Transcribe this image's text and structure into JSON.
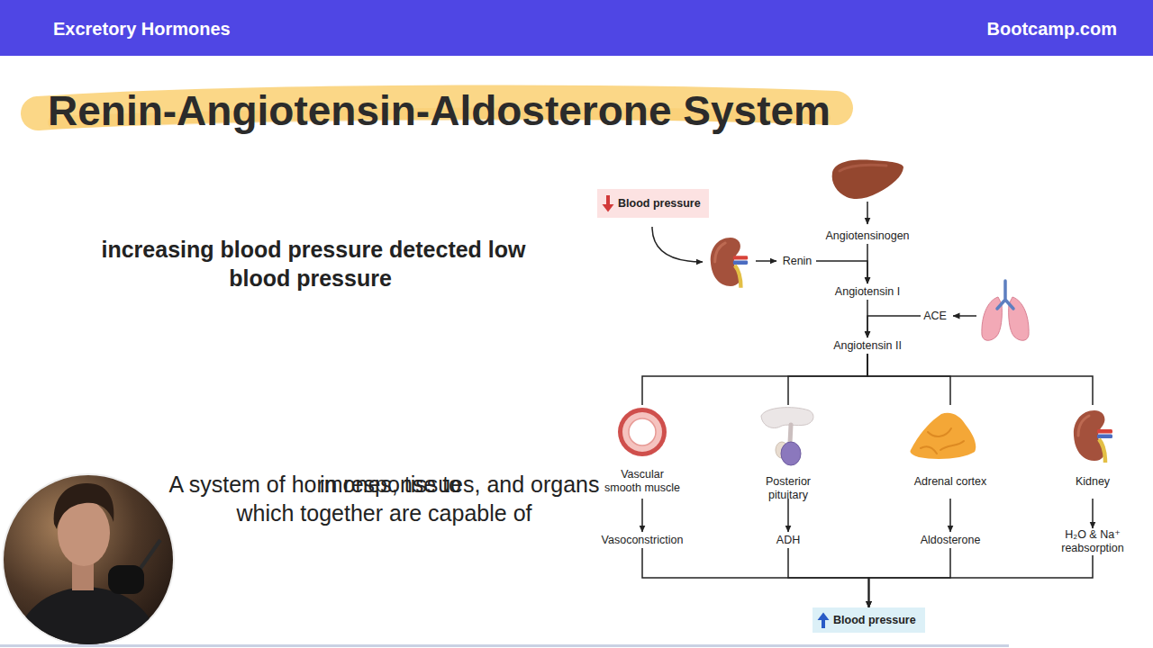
{
  "diagram": {
    "title": "Renin-Angiotensin-Aldosterone System",
    "nodes": [
      {
        "text": [
          "Blood pressure"
        ]
      },
      {
        "text": [
          "Angiotensinogen"
        ]
      },
      {
        "text": [
          "Renin"
        ]
      },
      {
        "text": [
          "Angiotensin I"
        ]
      },
      {
        "text": [
          "ACE"
        ]
      },
      {
        "text": [
          "Angiotensin II"
        ]
      },
      {
        "text": [
          "Vascular smooth muscle"
        ]
      },
      {
        "text": [
          "Posterior pituitary"
        ]
      },
      {
        "text": [
          "Adrenal cortex"
        ]
      },
      {
        "text": [
          "Kidney"
        ]
      },
      {
        "text": [
          "Vasoconstriction"
        ]
      },
      {
        "text": [
          "ADH"
        ]
      },
      {
        "text": [
          "Aldosterone"
        ]
      },
      {
        "text": [
          "H₂O & Na⁺ reabsorption"
        ]
      },
      {
        "text": [
          "Blood pressure"
        ]
      }
    ],
    "edges": [
      {
        "from": 1,
        "to": 3,
        "arrow": "to"
      },
      {
        "from": 2,
        "to": 3,
        "arrow": "to"
      },
      {
        "from": 3,
        "to": 5,
        "arrow": "to"
      },
      {
        "from": 4,
        "to": 5,
        "arrow": "to"
      },
      {
        "from": 5,
        "to": 6,
        "arrow": "none"
      },
      {
        "from": 5,
        "to": 7,
        "arrow": "none"
      },
      {
        "from": 5,
        "to": 8,
        "arrow": "none"
      },
      {
        "from": 5,
        "to": 9,
        "arrow": "none"
      },
      {
        "from": 6,
        "to": 10,
        "arrow": "to"
      },
      {
        "from": 7,
        "to": 11,
        "arrow": "to"
      },
      {
        "from": 8,
        "to": 12,
        "arrow": "to"
      },
      {
        "from": 9,
        "to": 13,
        "arrow": "to"
      },
      {
        "from": 10,
        "to": 14,
        "arrow": "to"
      },
      {
        "from": 11,
        "to": 14,
        "arrow": "to"
      },
      {
        "from": 12,
        "to": 14,
        "arrow": "to"
      },
      {
        "from": 13,
        "to": 14,
        "arrow": "to"
      }
    ],
    "labels": [
      "Excretory Hormones",
      "Bootcamp.com",
      "A system of hormones, tissues, and organs which together are capable of",
      "increasing blood pressure",
      "in response to",
      "detected low blood pressure"
    ]
  }
}
